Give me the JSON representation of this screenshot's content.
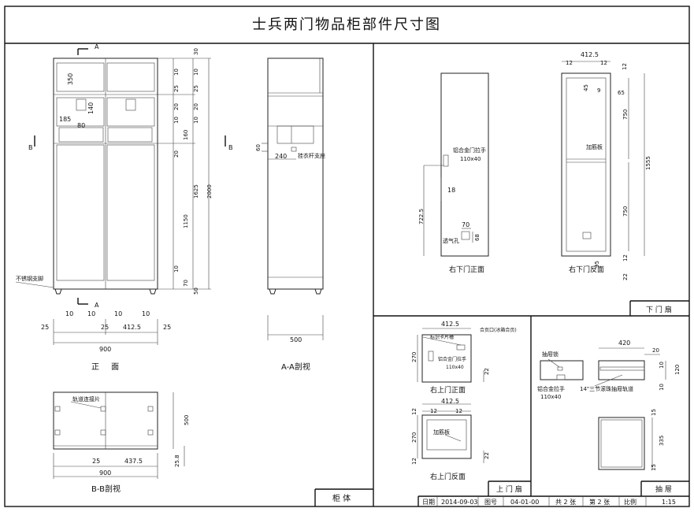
{
  "title": "士兵两门物品柜部件尺寸图",
  "cabinet": {
    "section_labels": {
      "A_top": "A",
      "A_bottom": "A",
      "B_left": "B",
      "B_right": "B"
    },
    "front_dims": {
      "d350": "350",
      "d140": "140",
      "d185": "185",
      "d80": "80",
      "b_10a": "10",
      "b_10b": "10",
      "b_10c": "10",
      "b_10d": "10",
      "b_25a": "25",
      "b_25b": "25",
      "b_412": "412.5",
      "b_900": "900",
      "r_30": "30",
      "r_10a": "10",
      "r_10b": "10",
      "r_25": "25",
      "r_20a": "20",
      "r_10c": "10",
      "r_160": "160",
      "r_20b": "20",
      "r_1150": "1150",
      "r_10d": "10",
      "r_70": "70",
      "r_50": "50",
      "r_1625": "1625",
      "r_2000": "2000"
    },
    "leg_label": "不锈钢支脚",
    "front_caption": "正 面",
    "section_dims": {
      "d60": "60",
      "d240": "240",
      "d500": "500"
    },
    "rod_label": "挂衣杆支座",
    "section_caption": "A-A剖视",
    "bb": {
      "rail_label": "轨道连接片",
      "d500": "500",
      "d25": "25",
      "d437": "437.5",
      "d900": "900",
      "d258": "25.8"
    },
    "bb_caption": "B-B剖视",
    "table_label": "柜  体"
  },
  "lower_door": {
    "handle_label": "铝合金门拉手",
    "handle_size": "110x40",
    "d18": "18",
    "d722": "722.5",
    "d70": "70",
    "d68": "68",
    "vent_label": "透气孔",
    "front_caption": "右下门正面",
    "back": {
      "d412": "412.5",
      "d12a": "12",
      "d12b": "12",
      "d12c": "12",
      "d45": "45",
      "d9": "9",
      "d65": "65",
      "d750a": "750",
      "d1555": "1555",
      "d750b": "750",
      "d95": "95",
      "d12d": "12",
      "d22": "22",
      "stiff_label": "加筋板"
    },
    "back_caption": "右下门反面",
    "table_label": "下 门 扇"
  },
  "upper_door": {
    "d412a": "412.5",
    "hinge_label": "合页口(冰箱合页)",
    "card_label": "标识卡片槽",
    "handle_label": "铝合金门拉手",
    "handle_size": "110x40",
    "d270a": "270",
    "d22a": "22",
    "front_caption": "右上门正面",
    "d412b": "412.5",
    "d12a": "12",
    "d12b": "12",
    "d12c": "12",
    "d270b": "270",
    "d12d": "12",
    "d22b": "22",
    "stiff_label": "加筋板",
    "back_caption": "右上门反面",
    "table_label": "上 门 扇"
  },
  "drawer": {
    "lock_label": "抽屉锁",
    "handle_label": "铝合金拉手",
    "handle_size": "110x40",
    "d420": "420",
    "d20": "20",
    "d10a": "10",
    "d120": "120",
    "d10b": "10",
    "rail_label": "14\"三节滚珠抽屉轨道",
    "d15a": "15",
    "d335": "335",
    "d15b": "15",
    "table_label": "抽  屉"
  },
  "title_block": {
    "date_label": "日期",
    "date_value": "2014-09-03",
    "drawing_no_label": "图号",
    "drawing_no_value": "04-01-00",
    "total_label": "共 2 张",
    "sheet_label": "第 2 张",
    "scale_label": "比例",
    "scale_value": "1:15"
  }
}
